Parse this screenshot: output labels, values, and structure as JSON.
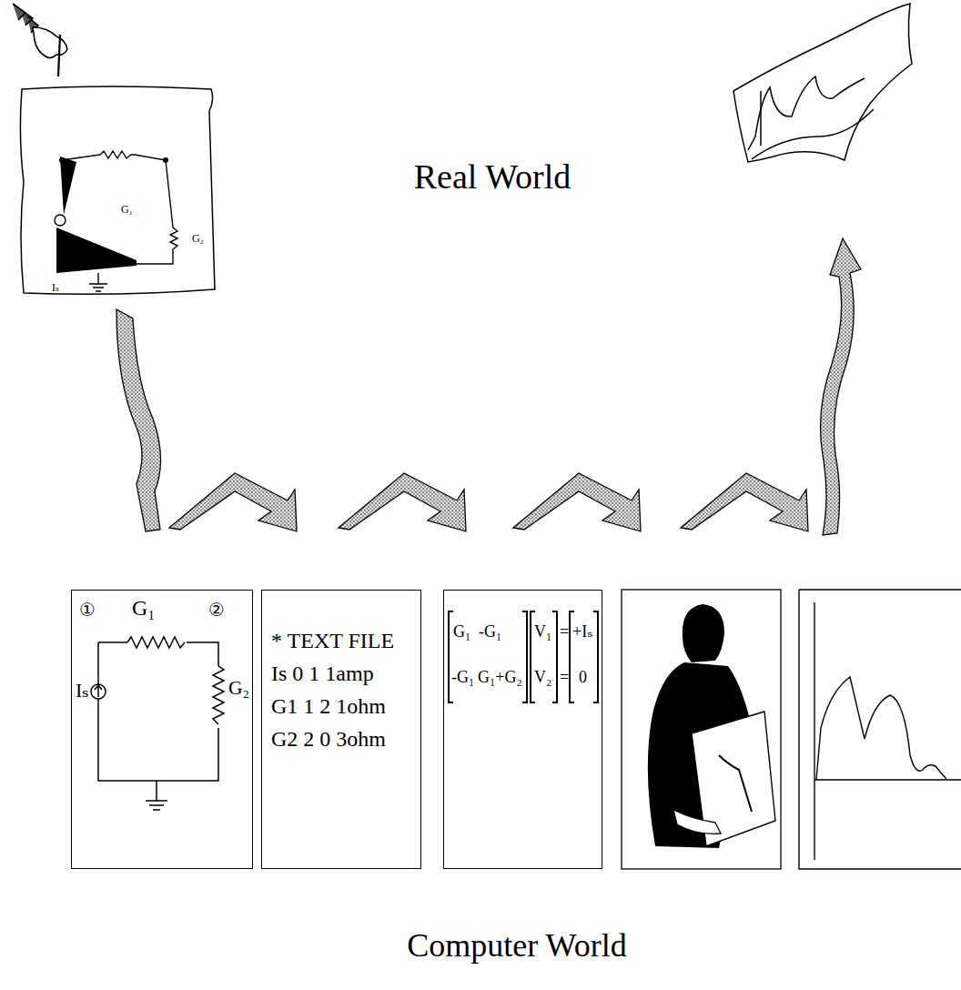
{
  "diagram": {
    "nodes": [
      {
        "text": [
          "G₁",
          "Iₛ",
          "G₂"
        ]
      },
      {
        "text": [
          "①",
          "G₁",
          "②",
          "Iₛ",
          "G₂"
        ]
      },
      {
        "text": [
          "* TEXT FILE",
          "Is 0 1 1amp",
          "G1 1 2 1ohm",
          "G2 2 0 3ohm"
        ]
      },
      {
        "text": [
          "G₁",
          "-G₁",
          "-G₁",
          "G₁+G₂",
          "V₁",
          "V₂",
          "=",
          "=",
          "+Iₛ",
          "0"
        ]
      }
    ],
    "labels": [
      "Real World",
      "Computer World"
    ]
  }
}
